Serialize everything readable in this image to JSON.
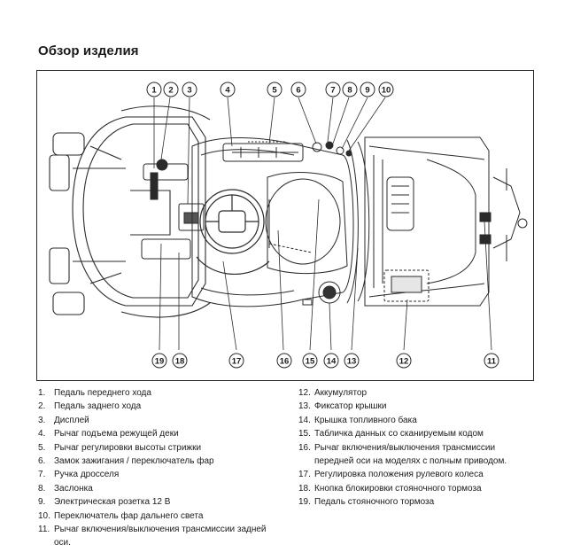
{
  "title": "Обзор изделия",
  "callouts_top": [
    "1",
    "2",
    "3",
    "4",
    "5",
    "6",
    "7",
    "8",
    "9",
    "10"
  ],
  "callouts_bottom": [
    "19",
    "18",
    "17",
    "16",
    "15",
    "14",
    "13",
    "12",
    "11"
  ],
  "legend_left": [
    {
      "num": "1.",
      "text": "Педаль переднего хода"
    },
    {
      "num": "2.",
      "text": "Педаль заднего хода"
    },
    {
      "num": "3.",
      "text": "Дисплей"
    },
    {
      "num": "4.",
      "text": "Рычаг подъема режущей деки"
    },
    {
      "num": "5.",
      "text": "Рычаг регулировки высоты стрижки"
    },
    {
      "num": "6.",
      "text": "Замок зажигания / переключатель фар"
    },
    {
      "num": "7.",
      "text": "Ручка дросселя"
    },
    {
      "num": "8.",
      "text": "Заслонка"
    },
    {
      "num": "9.",
      "text": "Электрическая розетка 12 В"
    },
    {
      "num": "10.",
      "text": "Переключатель фар дальнего света"
    },
    {
      "num": "11.",
      "text": "Рычаг включения/выключения трансмиссии задней оси."
    }
  ],
  "legend_right": [
    {
      "num": "12.",
      "text": "Аккумулятор"
    },
    {
      "num": "13.",
      "text": "Фиксатор крышки"
    },
    {
      "num": "14.",
      "text": "Крышка топливного бака"
    },
    {
      "num": "15.",
      "text": "Табличка данных со сканируемым кодом"
    },
    {
      "num": "16.",
      "text": "Рычаг включения/выключения трансмиссии передней оси на моделях с полным приводом."
    },
    {
      "num": "17.",
      "text": "Регулировка положения рулевого колеса"
    },
    {
      "num": "18.",
      "text": "Кнопка блокировки стояночного тормоза"
    },
    {
      "num": "19.",
      "text": "Педаль стояночного тормоза"
    }
  ]
}
